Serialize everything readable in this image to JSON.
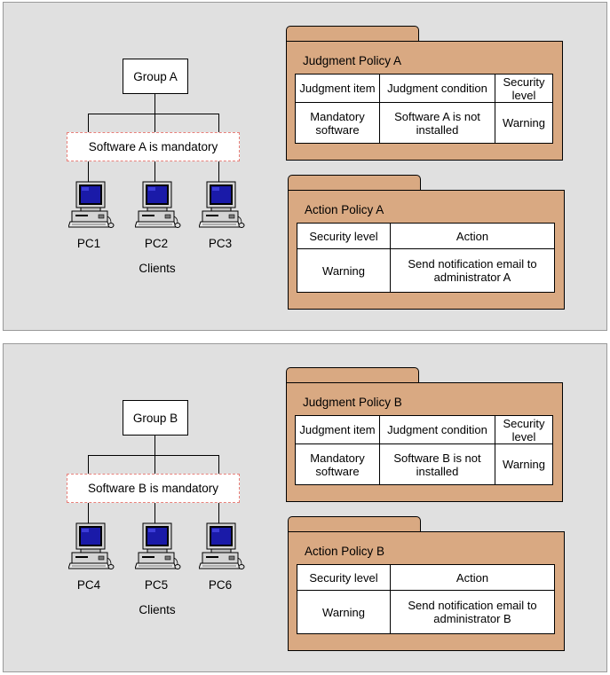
{
  "panels": [
    {
      "group": "Group A",
      "mandatory": "Software A is mandatory",
      "pcs": [
        "PC1",
        "PC2",
        "PC3"
      ],
      "clients": "Clients",
      "judgment": {
        "title": "Judgment Policy A",
        "headers": [
          "Judgment item",
          "Judgment condition",
          "Security level"
        ],
        "row": [
          "Mandatory software",
          "Software A is not installed",
          "Warning"
        ]
      },
      "action": {
        "title": "Action Policy A",
        "headers": [
          "Security level",
          "Action"
        ],
        "row": [
          "Warning",
          "Send notification email to administrator A"
        ]
      }
    },
    {
      "group": "Group B",
      "mandatory": "Software B is mandatory",
      "pcs": [
        "PC4",
        "PC5",
        "PC6"
      ],
      "clients": "Clients",
      "judgment": {
        "title": "Judgment Policy B",
        "headers": [
          "Judgment item",
          "Judgment condition",
          "Security level"
        ],
        "row": [
          "Mandatory software",
          "Software B is not installed",
          "Warning"
        ]
      },
      "action": {
        "title": "Action Policy B",
        "headers": [
          "Security level",
          "Action"
        ],
        "row": [
          "Warning",
          "Send notification email to administrator B"
        ]
      }
    }
  ],
  "colors": {
    "panel_bg": "#e0e0e0",
    "folder": "#d9a982",
    "dashed_border": "#e8807a",
    "screen": "#1a1aa8"
  },
  "icons": {
    "client": "desktop-computer-icon"
  }
}
